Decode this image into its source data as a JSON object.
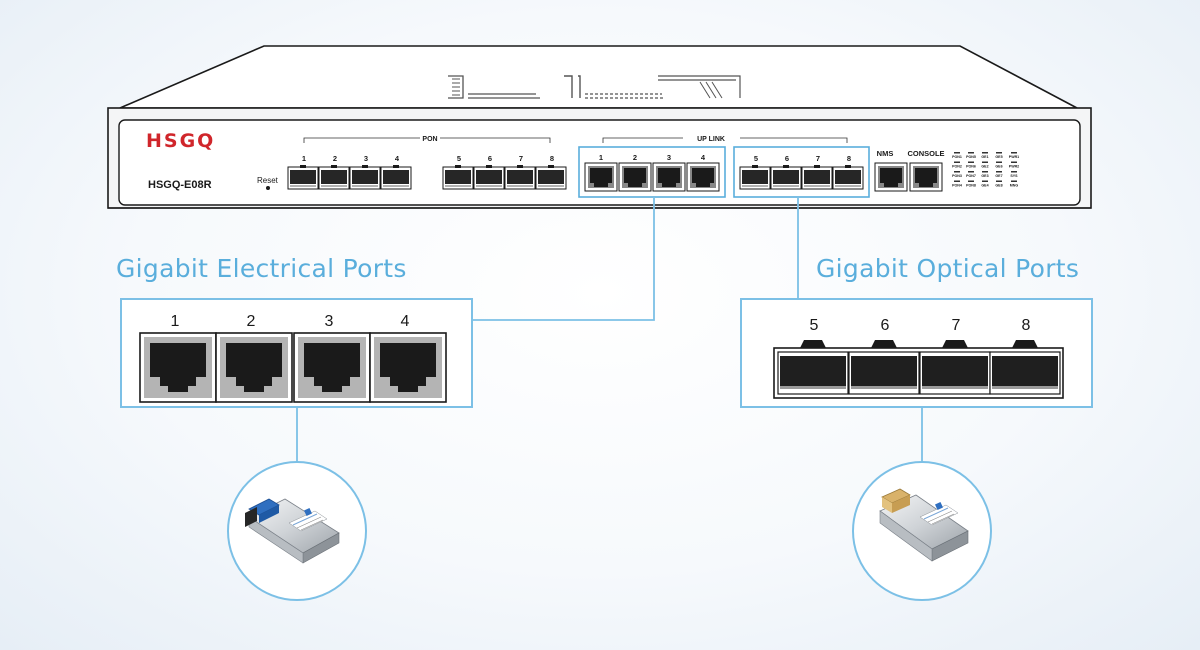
{
  "device": {
    "brand": "HSGQ",
    "model": "HSGQ-E08R",
    "reset_label": "Reset",
    "pon_label": "PON",
    "pon_ports": [
      "1",
      "2",
      "3",
      "4",
      "5",
      "6",
      "7",
      "8"
    ],
    "uplink_label": "UP LINK",
    "uplink_electrical_ports": [
      "1",
      "2",
      "3",
      "4"
    ],
    "uplink_optical_ports": [
      "5",
      "6",
      "7",
      "8"
    ],
    "nms_label": "NMS",
    "console_label": "CONSOLE",
    "leds": [
      [
        "PON1",
        "PON5",
        "GE1",
        "GE5",
        "PWR1"
      ],
      [
        "PON2",
        "PON6",
        "GE2",
        "GE6",
        "PWR2"
      ],
      [
        "PON3",
        "PON7",
        "GE3",
        "GE7",
        "SYS"
      ],
      [
        "PON4",
        "PON8",
        "GE4",
        "GE8",
        "MNG"
      ]
    ]
  },
  "callouts": {
    "electrical": {
      "title": "Gigabit Electrical Ports",
      "ports": [
        "1",
        "2",
        "3",
        "4"
      ]
    },
    "optical": {
      "title": "Gigabit Optical Ports",
      "ports": [
        "5",
        "6",
        "7",
        "8"
      ]
    }
  },
  "colors": {
    "accent": "#5aaedc",
    "brand_red": "#d0262b",
    "outline": "#1a1a1a"
  },
  "icons": [
    "rj45-port-icon",
    "sfp-port-icon",
    "sfp-module-icon",
    "copper-sfp-module-icon"
  ]
}
